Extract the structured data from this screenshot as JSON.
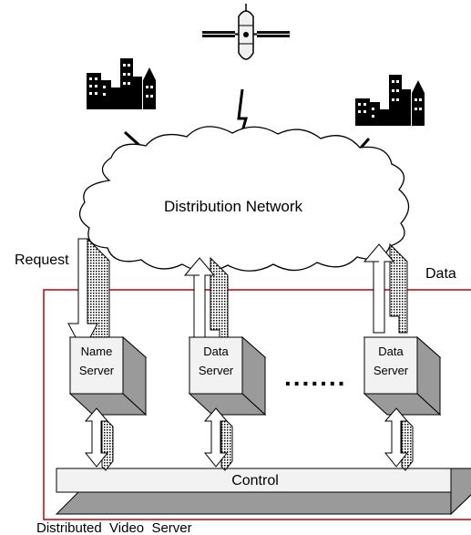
{
  "network": {
    "label": "Distribution Network"
  },
  "labels": {
    "request": "Request",
    "data": "Data",
    "control": "Control",
    "ellipsis": ".......",
    "system": "Distributed  Video  Server"
  },
  "servers": [
    {
      "line1": "Name",
      "line2": "Server"
    },
    {
      "line1": "Data",
      "line2": "Server"
    },
    {
      "line1": "Data",
      "line2": "Server"
    }
  ],
  "colors": {
    "boundary": "#c00000",
    "box_front": "#f2f2f2",
    "box_side": "#9a9a9a",
    "arrow_shadow": "#8a8a8a"
  }
}
